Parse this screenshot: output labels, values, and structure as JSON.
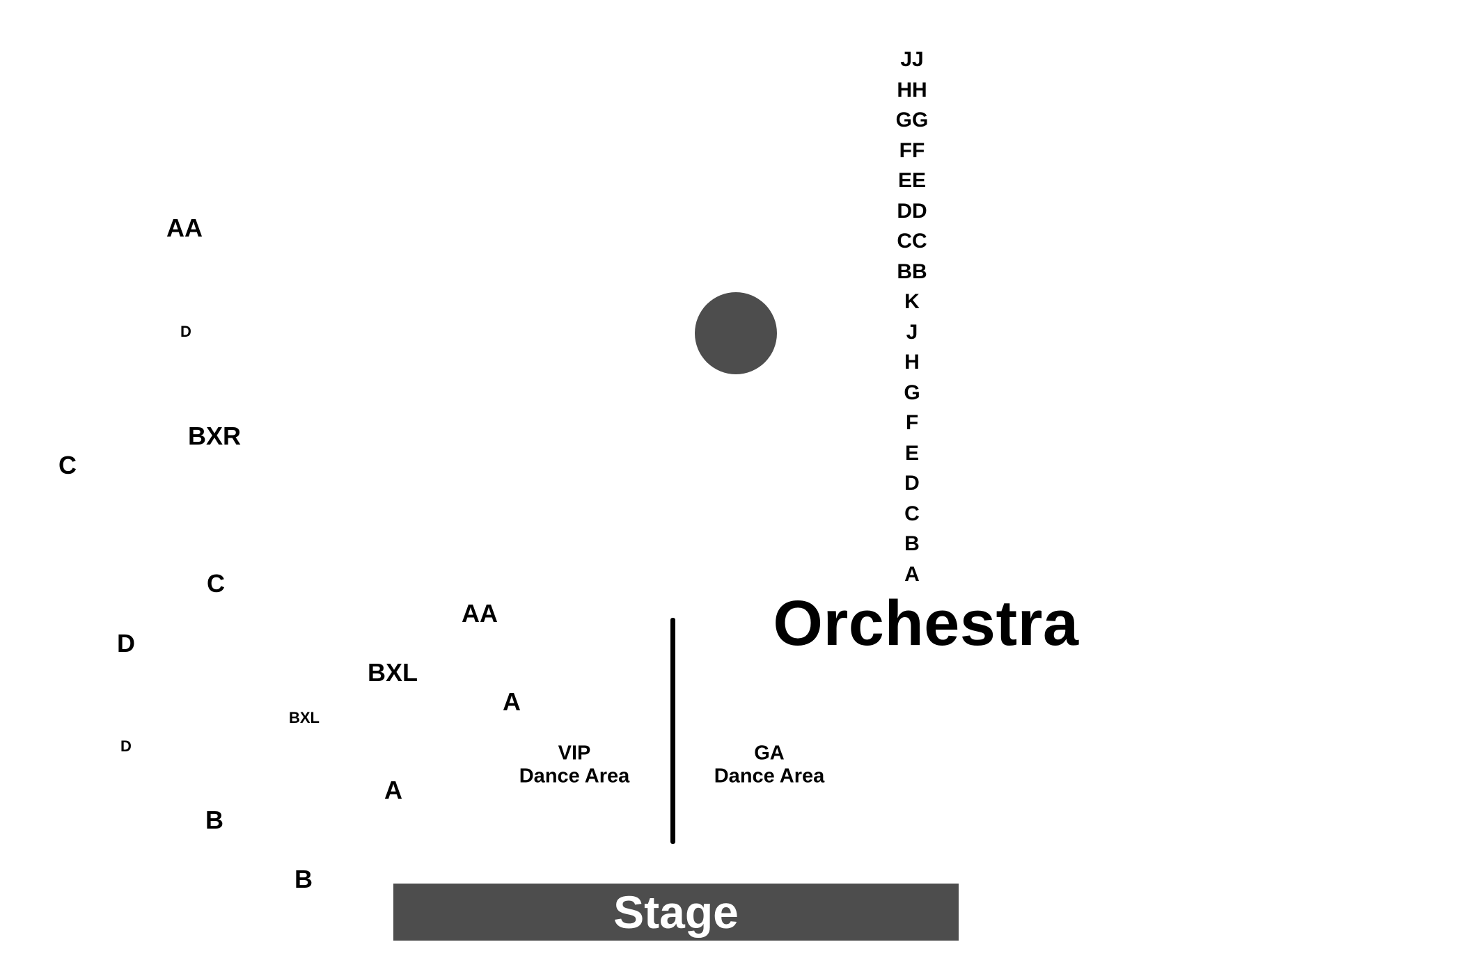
{
  "stage": {
    "label": "Stage"
  },
  "orchestra": {
    "label": "Orchestra"
  },
  "orchestra_rows": [
    "JJ",
    "HH",
    "GG",
    "FF",
    "EE",
    "DD",
    "CC",
    "BB",
    "K",
    "J",
    "H",
    "G",
    "F",
    "E",
    "D",
    "C",
    "B",
    "A"
  ],
  "dance_areas": {
    "vip": {
      "line1": "VIP",
      "line2": "Dance Area"
    },
    "ga": {
      "line1": "GA",
      "line2": "Dance Area"
    }
  },
  "side_labels": {
    "aa_upper": "AA",
    "d_upper_small": "D",
    "bxr": "BXR",
    "c_far_left": "C",
    "c_mid": "C",
    "d_left": "D",
    "aa_lower": "AA",
    "bxl_large": "BXL",
    "a_upper": "A",
    "bxl_small": "BXL",
    "d_lower_small": "D",
    "a_lower": "A",
    "b_upper": "B",
    "b_lower": "B"
  },
  "colors": {
    "stage_fill": "#4d4d4d",
    "circle_fill": "#4d4d4d",
    "text": "#000000",
    "background": "#ffffff"
  }
}
